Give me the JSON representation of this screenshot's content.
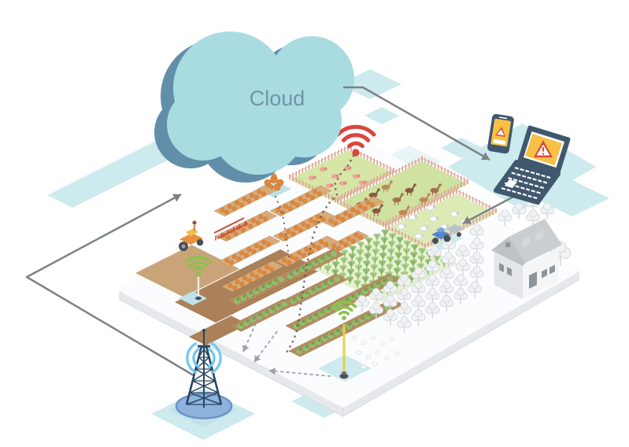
{
  "labels": {
    "cloud": "Cloud"
  },
  "icons": [
    "cloud-icon",
    "wifi-icon-red",
    "wifi-icon-green",
    "warning-triangle-icon",
    "radio-tower-icon",
    "signal-waves-icon",
    "laptop-icon",
    "smartphone-icon",
    "barn-icon",
    "tractor-icon",
    "tree-icon",
    "sensor-pole-icon"
  ],
  "colors": {
    "bg": "#ffffff",
    "tile": "#cdeaee",
    "tile_deep": "#bfe2e8",
    "tile_pale": "#e9f4f6",
    "cloud_face": "#a9dce1",
    "cloud_side": "#618fa9",
    "cloud_text": "#6f95a6",
    "ground_top": "#fbfcfd",
    "ground_side": "#e6e9ec",
    "ground_edge": "#d7dbdf",
    "field_tan": "#c9a478",
    "field_brown": "#aa8158",
    "bed_soil": "#d8ab79",
    "bed_soil2": "#b58c61",
    "crop_orange": "#e2873d",
    "crop_green": "#8fbf6d",
    "crop_green_dark": "#6ba24f",
    "corn_base": "#e7f0d3",
    "corn_plant": "#93c068",
    "pasture": "#d5e6a6",
    "pasture2": "#dcebb6",
    "fence": "#dd9c8d",
    "fence_rail": "#ecc4b8",
    "wifi_red": "#d7473f",
    "wifi_green": "#8dc04f",
    "trail": "#6e4c3c",
    "arrow": "#7d8287",
    "dash": "#9aa0a7",
    "tower_navy": "#2a4763",
    "tower_base": "#8fb3de",
    "tower_base_rim": "#6e93c6",
    "signal": "#6fc8ee",
    "laptop_frame": "#40586e",
    "screen_yellow": "#f6c145",
    "alert_red": "#d94a3d",
    "pole_yellow": "#e3d24f",
    "tree_fill": "#f0f2f4",
    "tree_stroke": "#d3d8db",
    "house_wall": "#f3f5f7",
    "house_wall2": "#e2e6e9",
    "house_roof": "#c9ced3",
    "house_dark": "#8d959c",
    "tractor_orange": "#e8923c",
    "tractor_cab": "#f2c04e",
    "tractor_red": "#cc4b40",
    "tractor_blue": "#5188cd",
    "wheel": "#4a4f55"
  }
}
